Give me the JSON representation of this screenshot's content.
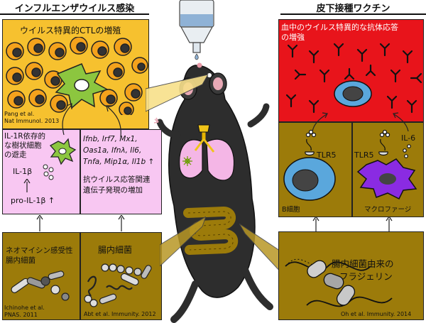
{
  "headers": {
    "left": "インフルエンザウイルス感染",
    "right": "皮下接種ワクチン"
  },
  "ctl_panel": {
    "title": "ウイルス特異的CTLの増殖",
    "citation_line1": "Pang et al.",
    "citation_line2": "Nat Immunol. 2013"
  },
  "dc_panel": {
    "label_line1": "IL-1R依存的",
    "label_line2": "な樹状細胞",
    "label_line3": "の遊走",
    "il1b": "IL-1β",
    "pro_il1b": "pro-IL-1β ↑"
  },
  "gene_panel": {
    "genes_line1": "Ifnb, Irf7, Mx1,",
    "genes_line2": "Oas1a, Ifnλ, Il6,",
    "genes_line3": "Tnfa, Mip1α, Il1b ↑",
    "note_line1": "抗ウイルス応答関連",
    "note_line2": "遺伝子発現の増加"
  },
  "neo_panel": {
    "title_line1": "ネオマイシン感受性",
    "title_line2": "腸内細菌",
    "citation_line1": "Ichinohe et al.",
    "citation_line2": "PNAS. 2011"
  },
  "gut_panel": {
    "title": "腸内細菌",
    "citation": "Abt et al. Immunity. 2012"
  },
  "antibody_panel": {
    "title_line1": "血中のウイルス特異的な抗体応答",
    "title_line2": "の増強"
  },
  "bcell_panel": {
    "receptor": "TLR5",
    "cell_label": "B細胞"
  },
  "macro_panel": {
    "receptor": "TLR5",
    "cytokine": "IL-6",
    "cell_label": "マクロファージ"
  },
  "flagellin_panel": {
    "title_line1": "腸内細菌由来の",
    "title_line2": "フラジェリン",
    "citation": "Oh et al. Immunity. 2014"
  },
  "colors": {
    "yellow": "#f6c12f",
    "pink": "#f8c7f2",
    "olive": "#9c7b0a",
    "red": "#e8141b",
    "cell_green": "#8cc63f",
    "bcell_blue": "#5aa7dc",
    "macro_purple": "#8a2be2"
  }
}
